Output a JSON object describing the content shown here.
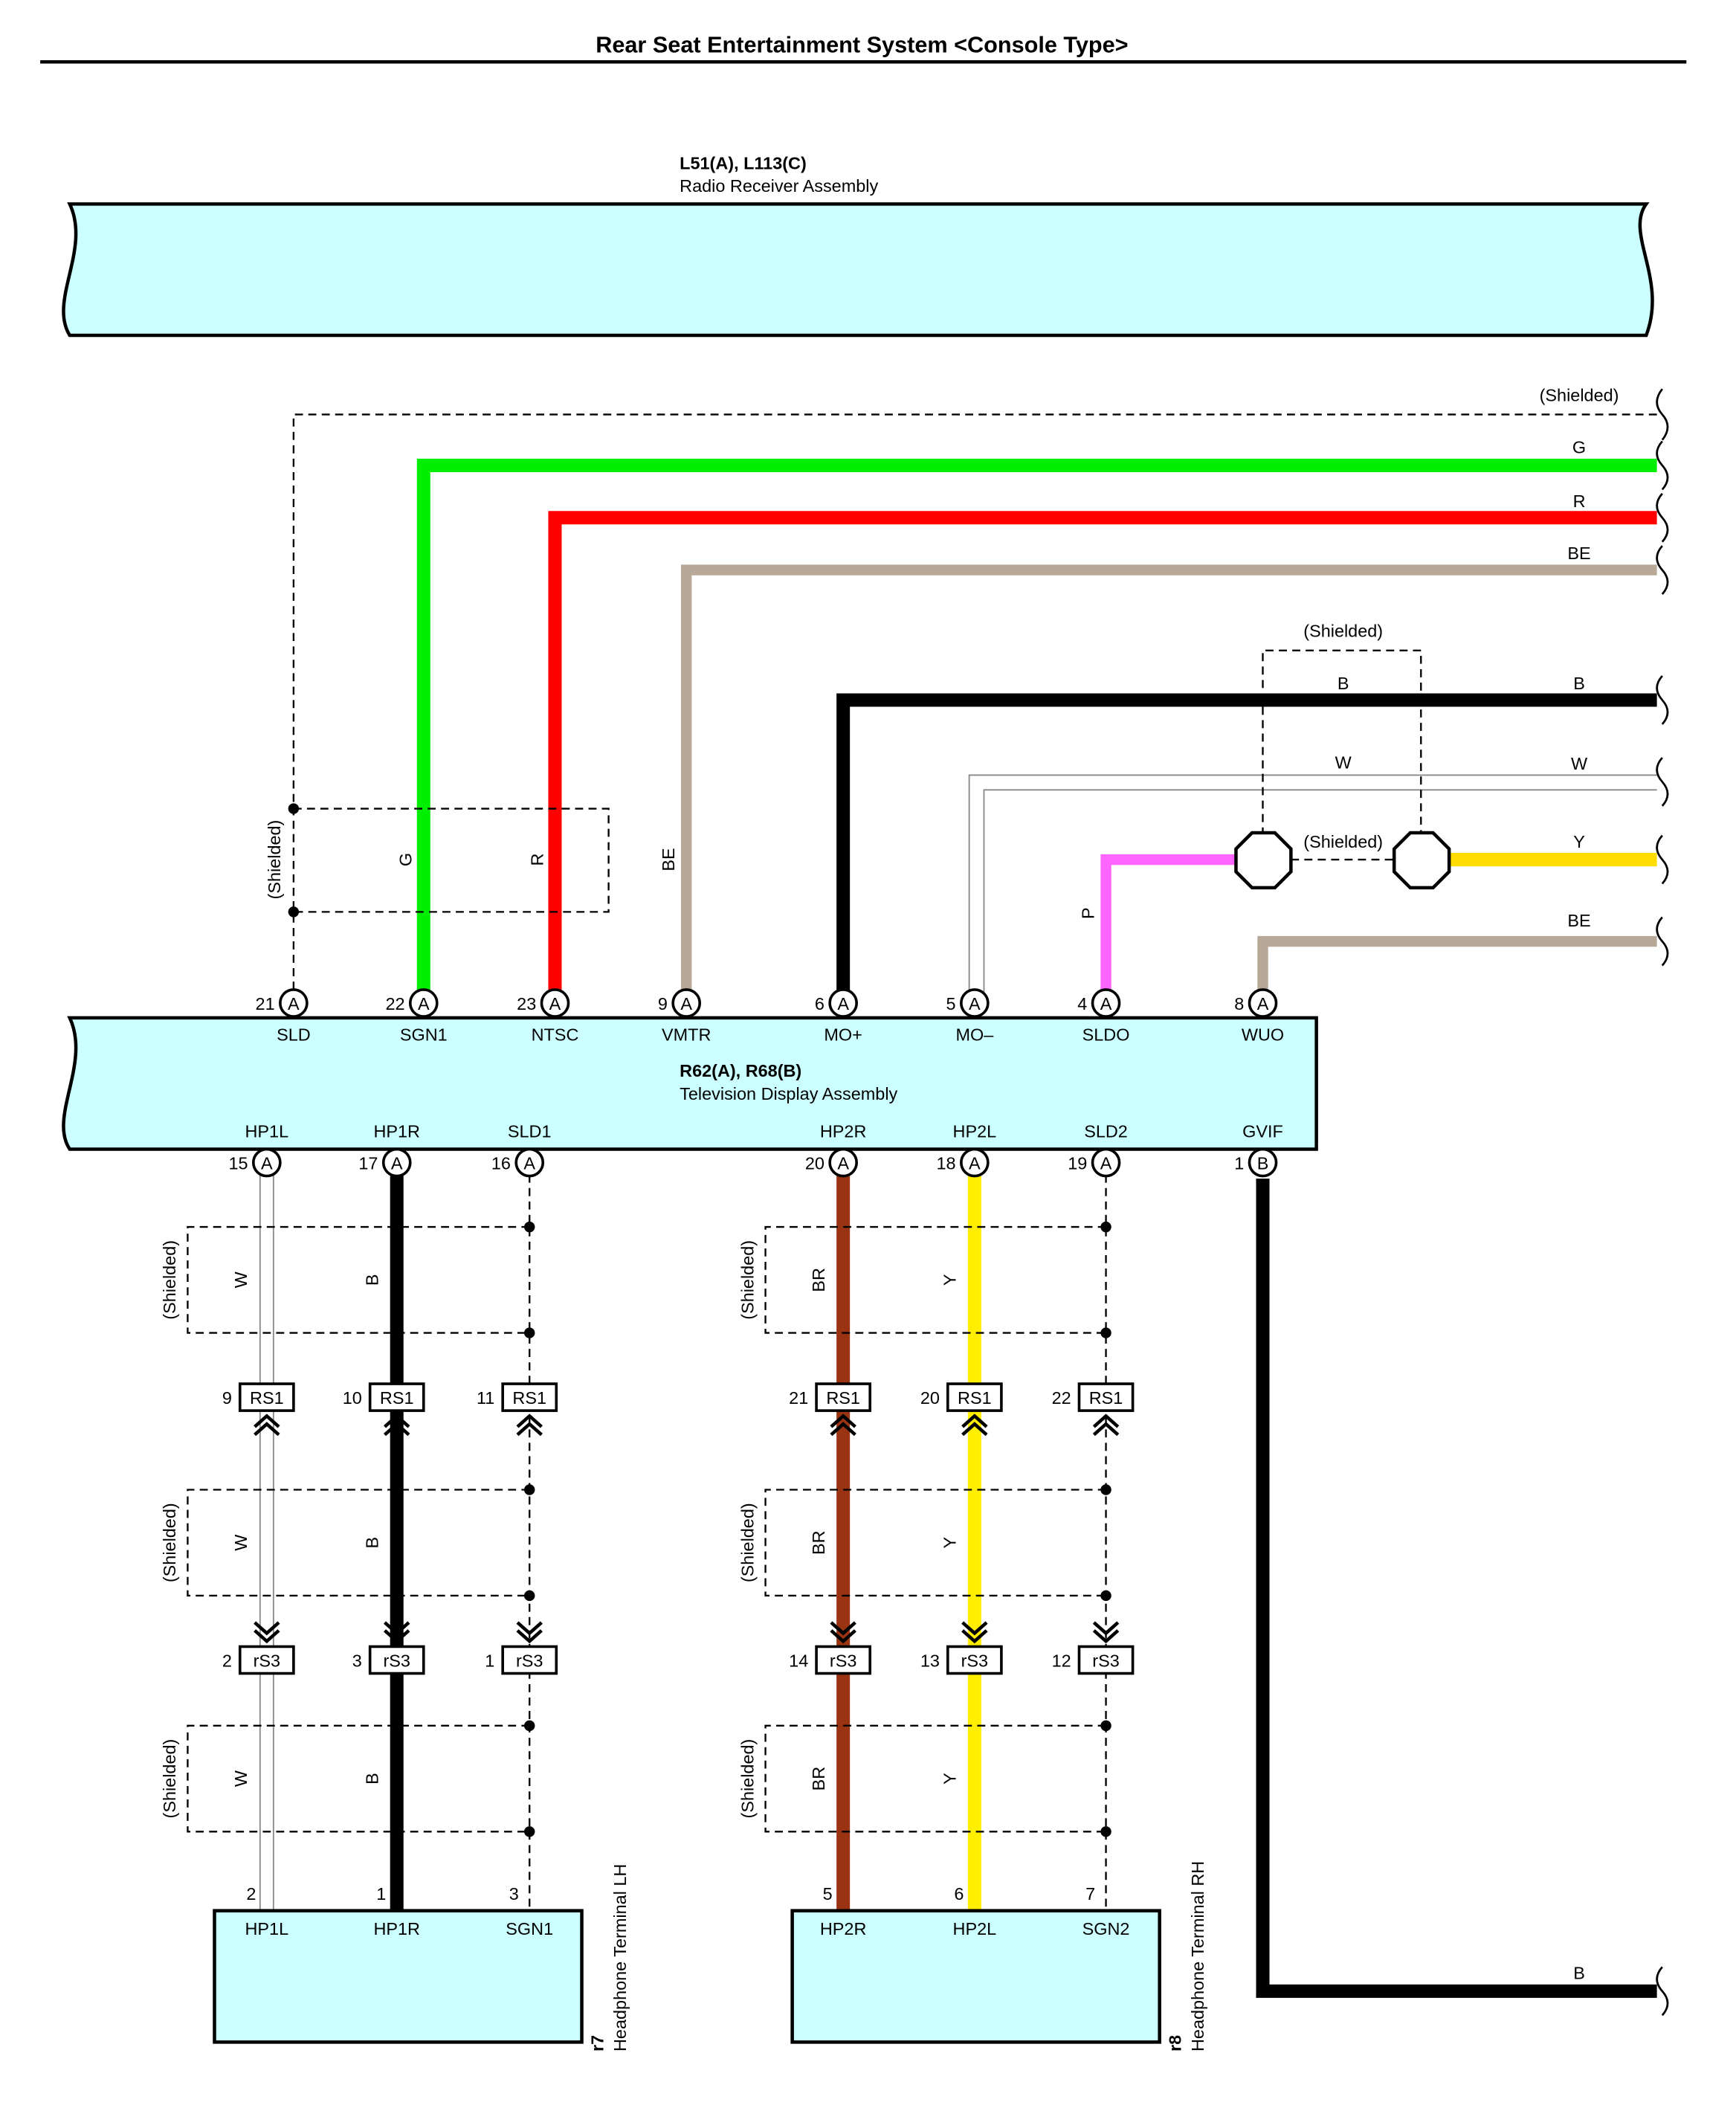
{
  "title": "Rear Seat Entertainment System <Console Type>",
  "shielded_label": "(Shielded)",
  "colors": {
    "G": "#00ee00",
    "R": "#ff0000",
    "BE": "#b8a898",
    "B": "#000000",
    "W": "#c8c8c8",
    "P": "#ff66ff",
    "Y": "#ffdd00",
    "Y_headphone": "#ffee00",
    "BR": "#993311",
    "box_fill": "#ccffff"
  },
  "components": {
    "radio": {
      "id": "L51(A), L113(C)",
      "name": "Radio Receiver Assembly"
    },
    "tv": {
      "id": "R62(A), R68(B)",
      "name": "Television Display Assembly"
    },
    "hp_lh": {
      "id": "r7",
      "name": "Headphone Terminal LH"
    },
    "hp_rh": {
      "id": "r8",
      "name": "Headphone Terminal RH"
    }
  },
  "tv_top_pins": [
    {
      "num": "21",
      "conn": "A",
      "name": "SLD",
      "wire": "shield"
    },
    {
      "num": "22",
      "conn": "A",
      "name": "SGN1",
      "wire": "G"
    },
    {
      "num": "23",
      "conn": "A",
      "name": "NTSC",
      "wire": "R"
    },
    {
      "num": "9",
      "conn": "A",
      "name": "VMTR",
      "wire": "BE"
    },
    {
      "num": "6",
      "conn": "A",
      "name": "MO+",
      "wire": "B"
    },
    {
      "num": "5",
      "conn": "A",
      "name": "MO–",
      "wire": "W"
    },
    {
      "num": "4",
      "conn": "A",
      "name": "SLDO",
      "wire": "P"
    },
    {
      "num": "8",
      "conn": "A",
      "name": "WUO",
      "wire": "BE"
    }
  ],
  "tv_bottom_pins": [
    {
      "num": "15",
      "conn": "A",
      "name": "HP1L",
      "wire": "W"
    },
    {
      "num": "17",
      "conn": "A",
      "name": "HP1R",
      "wire": "B"
    },
    {
      "num": "16",
      "conn": "A",
      "name": "SLD1",
      "wire": "shield"
    },
    {
      "num": "20",
      "conn": "A",
      "name": "HP2R",
      "wire": "BR"
    },
    {
      "num": "18",
      "conn": "A",
      "name": "HP2L",
      "wire": "Y"
    },
    {
      "num": "19",
      "conn": "A",
      "name": "SLD2",
      "wire": "shield"
    },
    {
      "num": "1",
      "conn": "B",
      "name": "GVIF",
      "wire": "B"
    }
  ],
  "right_wire_labels": [
    "(Shielded)",
    "G",
    "R",
    "BE",
    "B",
    "W",
    "Y",
    "BE",
    "B"
  ],
  "inner_wire_labels": {
    "g_vertical": "G",
    "r_vertical": "R",
    "be_vertical": "BE",
    "p_vertical": "P",
    "b_inner": "B",
    "w_inner": "W",
    "shielded_upper": "(Shielded)",
    "shielded_mid": "(Shielded)"
  },
  "rs1_connectors": [
    {
      "num": "9",
      "label": "RS1"
    },
    {
      "num": "10",
      "label": "RS1"
    },
    {
      "num": "11",
      "label": "RS1"
    },
    {
      "num": "21",
      "label": "RS1"
    },
    {
      "num": "20",
      "label": "RS1"
    },
    {
      "num": "22",
      "label": "RS1"
    }
  ],
  "rs3_connectors": [
    {
      "num": "2",
      "label": "rS3"
    },
    {
      "num": "3",
      "label": "rS3"
    },
    {
      "num": "1",
      "label": "rS3"
    },
    {
      "num": "14",
      "label": "rS3"
    },
    {
      "num": "13",
      "label": "rS3"
    },
    {
      "num": "12",
      "label": "rS3"
    }
  ],
  "headphone_lh_pins": [
    {
      "num": "2",
      "name": "HP1L"
    },
    {
      "num": "1",
      "name": "HP1R"
    },
    {
      "num": "3",
      "name": "SGN1"
    }
  ],
  "headphone_rh_pins": [
    {
      "num": "5",
      "name": "HP2R"
    },
    {
      "num": "6",
      "name": "HP2L"
    },
    {
      "num": "7",
      "name": "SGN2"
    }
  ],
  "segment_wire_labels": {
    "left": [
      "W",
      "B"
    ],
    "right": [
      "BR",
      "Y"
    ]
  }
}
